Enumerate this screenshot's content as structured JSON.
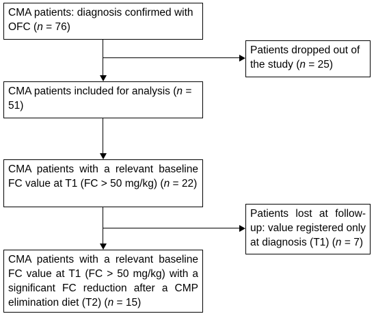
{
  "boxes": [
    {
      "pre": "CMA patients: diagnosis confirmed with OFC (",
      "n": "n",
      "post": " = 76)"
    },
    {
      "pre": "Patients dropped out of the study (",
      "n": "n",
      "post": " = 25)"
    },
    {
      "pre": "CMA patients included for analysis (",
      "n": "n",
      "post": " = 51)"
    },
    {
      "pre": "CMA patients with a relevant baseline FC value at T1 (FC > 50 mg/kg) (",
      "n": "n",
      "post": " = 22)"
    },
    {
      "pre": "Patients lost at follow-up: value registered only at diagnosis (T1) (",
      "n": "n",
      "post": " = 7)"
    },
    {
      "pre": "CMA patients with a relevant baseline FC value at T1 (FC > 50 mg/kg) with a significant FC reduction after a CMP elimination diet (T2) (",
      "n": "n",
      "post": " = 15)"
    }
  ]
}
